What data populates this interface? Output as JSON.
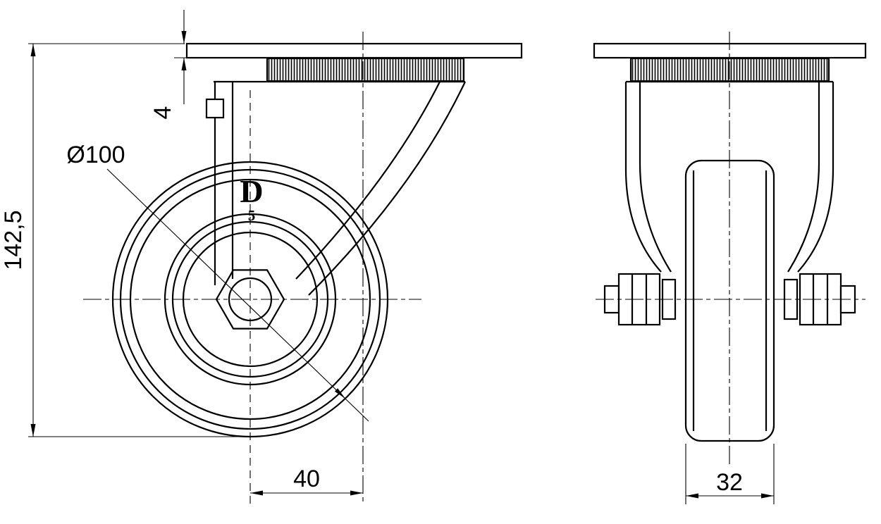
{
  "colors": {
    "background": "#ffffff",
    "line": "#000000"
  },
  "dimensions": {
    "plate_thickness": "4",
    "overall_height": "142,5",
    "wheel_diameter": "Ø100",
    "swivel_offset": "40",
    "wheel_width": "32"
  },
  "brand": {
    "mark": "D",
    "number": "5"
  }
}
